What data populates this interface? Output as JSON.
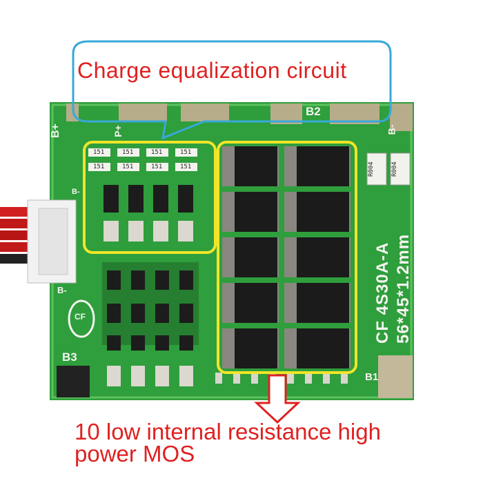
{
  "callouts": {
    "top": "Charge equalization circuit",
    "bottom_line1": "10 low internal resistance high",
    "bottom_line2": "power MOS"
  },
  "silkscreen": {
    "b_plus": "B+",
    "p_plus": "P+",
    "b2": "B2",
    "b_right": "B-",
    "b3": "B3",
    "b1": "B1",
    "b_minus": "B-",
    "b_small": "B-",
    "model_line1": "CF 4S30A-A",
    "model_line2": "56*45*1.2mm",
    "logo": "CF"
  },
  "components": {
    "small_resistor_code": "151",
    "large_resistor_code": "R004",
    "mosfet_count": 10
  },
  "colors": {
    "pcb_green": "#2f9e3c",
    "pcb_light": "#4fbf52",
    "callout_box": "#37a9d9",
    "highlight": "#f0e52a",
    "arrow": "#e02020",
    "text_red": "#e02020"
  },
  "icons": {
    "arrow": "down-arrow-icon",
    "logo": "cf-logo-icon"
  }
}
